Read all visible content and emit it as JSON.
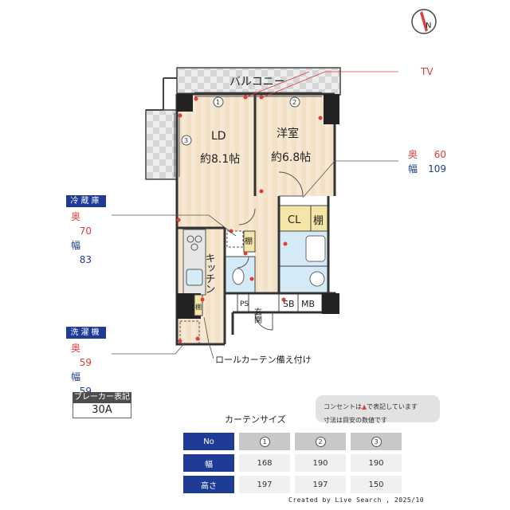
{
  "compass": {
    "direction": "N"
  },
  "balcony_label": "バルコニー",
  "tv_label": "TV",
  "rooms": {
    "ld_name": "LD",
    "ld_size": "約8.1帖",
    "western_name": "洋室",
    "western_size": "約6.8帖",
    "kitchen": "キッチン",
    "closet": "CL",
    "shelf": "棚",
    "ps": "PS",
    "entrance": "玄関",
    "sb": "SB",
    "mb": "MB"
  },
  "window_markers": [
    "1",
    "2",
    "3"
  ],
  "window_callout": {
    "depth_label": "奥",
    "depth_value": "60",
    "width_label": "幅",
    "width_value": "109"
  },
  "fridge": {
    "title": "冷蔵庫",
    "depth_label": "奥",
    "depth_value": "70",
    "width_label": "幅",
    "width_value": "83"
  },
  "washer": {
    "title": "洗濯機",
    "depth_label": "奥",
    "depth_value": "59",
    "width_label": "幅",
    "width_value": "59"
  },
  "roll_curtain_note": "ロールカーテン備え付け",
  "breaker": {
    "label": "ブレーカー表記",
    "value": "30A"
  },
  "notes": {
    "line1_pre": "コンセントは",
    "line1_post": "で表記しています",
    "line2": "寸法は目安の数値です"
  },
  "curtain_table": {
    "title": "カーテンサイズ",
    "header_label": "No",
    "columns": [
      "1",
      "2",
      "3"
    ],
    "rows": [
      {
        "label": "幅",
        "values": [
          "168",
          "190",
          "190"
        ]
      },
      {
        "label": "高さ",
        "values": [
          "197",
          "197",
          "150"
        ]
      }
    ]
  },
  "credit": "Created by Live Search , 2025/10",
  "colors": {
    "accent_blue": "#1e3c96",
    "accent_red": "#e03c3c",
    "floor": "#f2e0c4",
    "wall": "#333333"
  }
}
